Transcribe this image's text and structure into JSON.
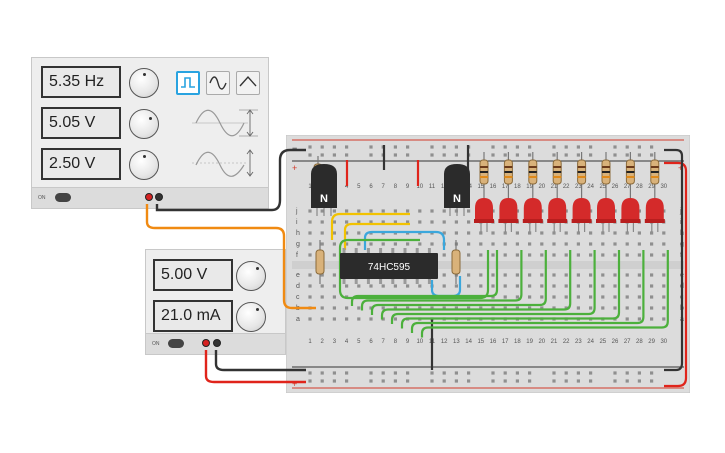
{
  "function_generator": {
    "frequency": "5.35 Hz",
    "amplitude": "5.05 V",
    "offset": "2.50 V",
    "power_label": "ON",
    "selected_waveform": "square",
    "waveforms": [
      "square",
      "triangle",
      "sine"
    ]
  },
  "power_supply": {
    "voltage": "5.00 V",
    "current": "21.0 mA",
    "power_label": "ON"
  },
  "breadboard": {
    "chip_label": "74HC595",
    "transistor_label": "N",
    "column_numbers": [
      "1",
      "2",
      "3",
      "4",
      "5",
      "6",
      "7",
      "8",
      "9",
      "10",
      "11",
      "12",
      "13",
      "14",
      "15",
      "16",
      "17",
      "18",
      "19",
      "20",
      "21",
      "22",
      "23",
      "24",
      "25",
      "26",
      "27",
      "28",
      "29",
      "30"
    ],
    "row_letters_top": [
      "j",
      "i",
      "h",
      "g",
      "f"
    ],
    "row_letters_bottom": [
      "e",
      "d",
      "c",
      "b",
      "a"
    ],
    "plus_sign": "+",
    "minus_sign": "−",
    "led_count": 8,
    "led_color": "#d42a2a"
  },
  "colors": {
    "wire_red": "#e0241b",
    "wire_black": "#333333",
    "wire_green": "#4cb03c",
    "wire_yellow": "#f2c200",
    "wire_blue": "#3ba7dc",
    "wire_orange": "#f08a12",
    "accent_blue": "#29a3e0"
  }
}
